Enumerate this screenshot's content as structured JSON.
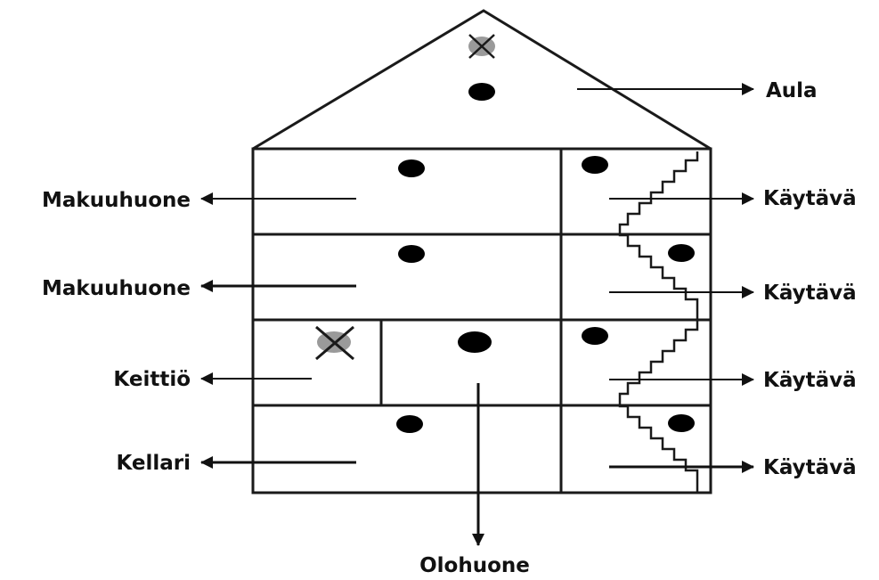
{
  "labels": {
    "attic": "Aula",
    "bedroom_upper": "Makuuhuone",
    "bedroom_lower": "Makuuhuone",
    "kitchen": "Keittiö",
    "basement": "Kellari",
    "living_room": "Olohuone",
    "hallway_1": "Käytävä",
    "hallway_2": "Käytävä",
    "hallway_3": "Käytävä",
    "hallway_4": "Käytävä"
  },
  "colors": {
    "line": "#1a1a1a",
    "dot": "#000000",
    "x_shadow": "#9a9a9a"
  }
}
